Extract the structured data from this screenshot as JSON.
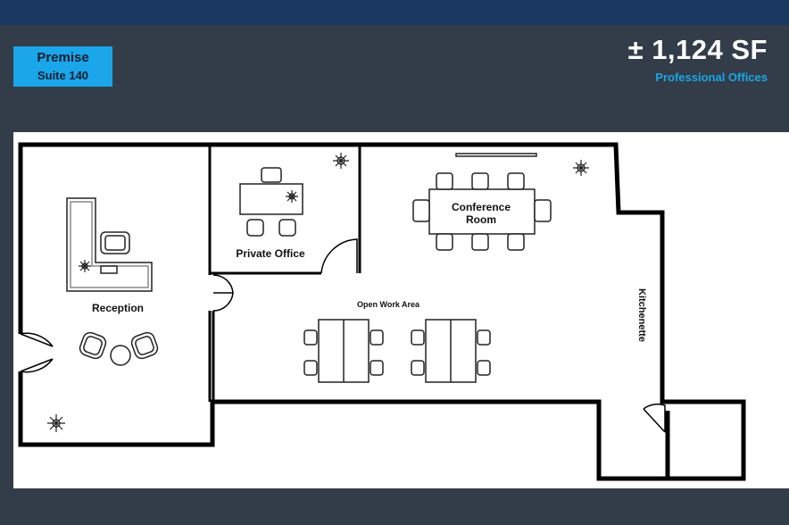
{
  "header": {
    "badge_line1": "Premise",
    "badge_line2": "Suite 140",
    "area": "± 1,124 SF",
    "subtitle": "Professional Offices"
  },
  "rooms": {
    "private_office": "Private Office",
    "conference_room_line1": "Conference",
    "conference_room_line2": "Room",
    "open_work_area": "Open Work Area",
    "reception": "Reception",
    "kitchenette": "Kitchenette"
  },
  "colors": {
    "topbar": "#1a3860",
    "background": "#333d49",
    "accent": "#1aa6e8"
  }
}
